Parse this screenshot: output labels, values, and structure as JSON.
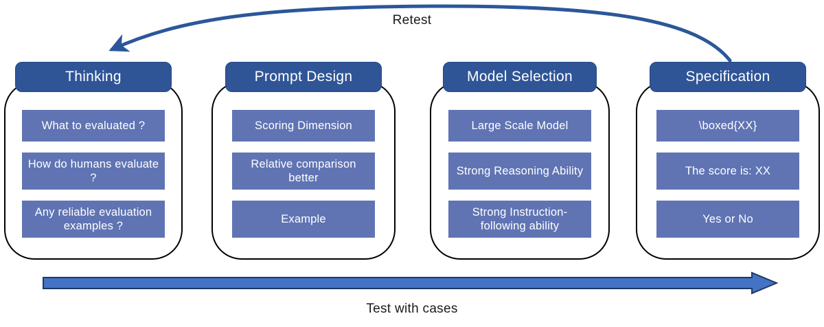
{
  "colors": {
    "accent_dark": "#2F5597",
    "accent_mid": "#6074B4",
    "arrow_fill": "#4472C4",
    "arrow_border": "#1F3864",
    "arc": "#2B579A",
    "container_border": "#000000",
    "label_text": "#1A1A1A",
    "box_text": "#FFFFFF"
  },
  "flow": {
    "retest_label": "Retest",
    "test_label": "Test with cases",
    "stages": [
      {
        "title": "Thinking",
        "items": [
          "What to evaluated ?",
          "How do humans evaluate ?",
          "Any reliable evaluation examples ?"
        ]
      },
      {
        "title": "Prompt Design",
        "items": [
          "Scoring Dimension",
          "Relative comparison better",
          "Example"
        ]
      },
      {
        "title": "Model Selection",
        "items": [
          "Large Scale Model",
          "Strong Reasoning Ability",
          "Strong Instruction-following ability"
        ]
      },
      {
        "title": "Specification",
        "items": [
          "\\boxed{XX}",
          "The score is: XX",
          "Yes or No"
        ]
      }
    ]
  }
}
